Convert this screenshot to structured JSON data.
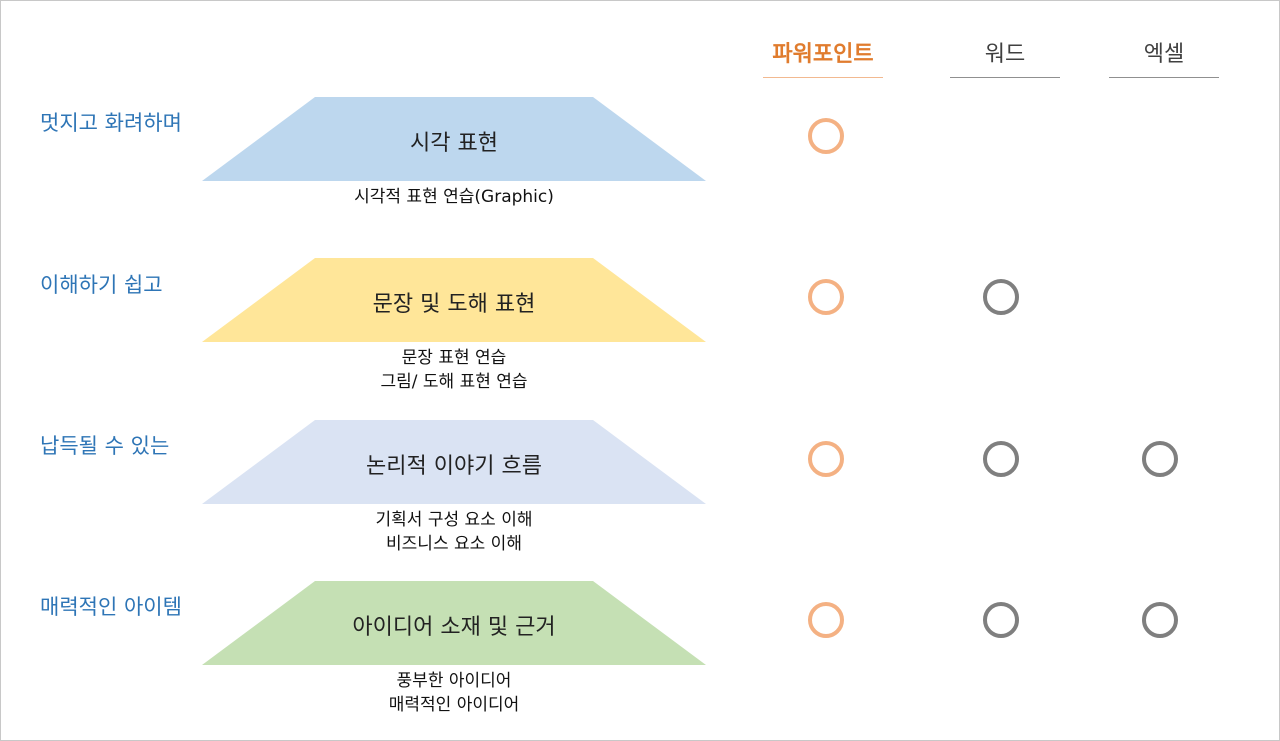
{
  "columns": [
    {
      "label": "파워포인트",
      "color": "#e07c2e",
      "rule": "#f2b990"
    },
    {
      "label": "워드",
      "color": "#404040",
      "rule": "#909090"
    },
    {
      "label": "엑셀",
      "color": "#404040",
      "rule": "#909090"
    }
  ],
  "rows": [
    {
      "label": "멋지고 화려하며",
      "title": "시각 표현",
      "fill": "#bdd7ee",
      "desc": [
        "시각적 표현 연습(Graphic)"
      ],
      "marks": [
        true,
        false,
        false
      ]
    },
    {
      "label": "이해하기 쉽고",
      "title": "문장 및 도해 표현",
      "fill": "#ffe699",
      "desc": [
        "문장 표현 연습",
        "그림/ 도해 표현 연습"
      ],
      "marks": [
        true,
        true,
        false
      ]
    },
    {
      "label": "납득될 수 있는",
      "title": "논리적 이야기 흐름",
      "fill": "#dae3f3",
      "desc": [
        "기획서 구성 요소 이해",
        "비즈니스 요소 이해"
      ],
      "marks": [
        true,
        true,
        true
      ]
    },
    {
      "label": "매력적인 아이템",
      "title": "아이디어 소재 및 근거",
      "fill": "#c5e0b4",
      "desc": [
        "풍부한 아이디어",
        "매력적인 아이디어"
      ],
      "marks": [
        true,
        true,
        true
      ]
    }
  ],
  "mark_colors": {
    "powerpoint": "#f4b183",
    "other": "#7f7f7f"
  }
}
